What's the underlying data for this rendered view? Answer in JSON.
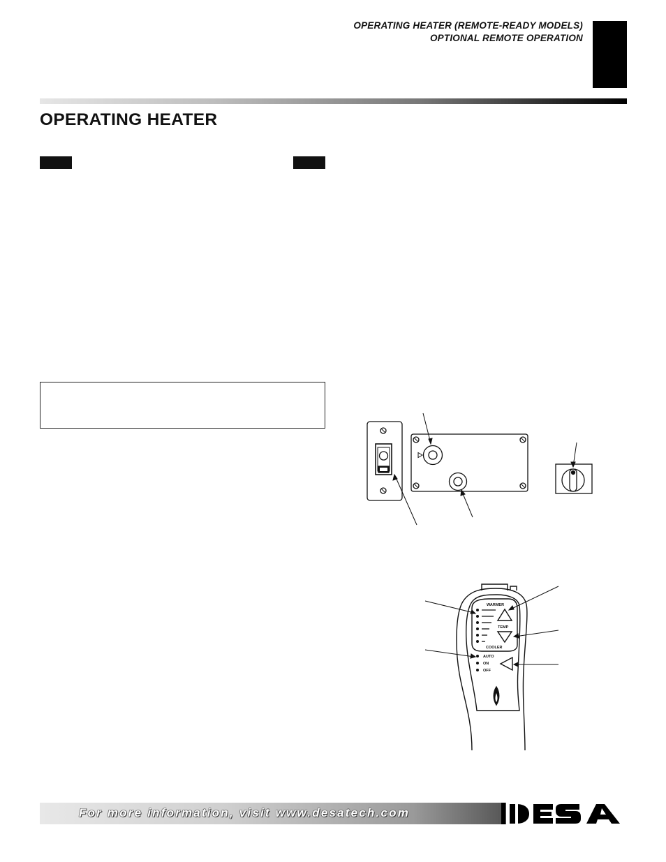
{
  "header": {
    "line1": "OPERATING HEATER (REMOTE-READY MODELS)",
    "line2": "OPTIONAL REMOTE OPERATION"
  },
  "section": {
    "title": "OPERATING HEATER"
  },
  "remote": {
    "warmer_label": "WARMER",
    "temp_label": "TEMP",
    "cooler_label": "COOLER",
    "mode_auto": "AUTO",
    "mode_on": "ON",
    "mode_off": "OFF"
  },
  "footer": {
    "text": "For more information, visit www.desatech.com",
    "logo_text": "DESA"
  },
  "colors": {
    "ink": "#111111",
    "footer_gradient_start": "#e8e8e8",
    "footer_gradient_end": "#555555"
  }
}
